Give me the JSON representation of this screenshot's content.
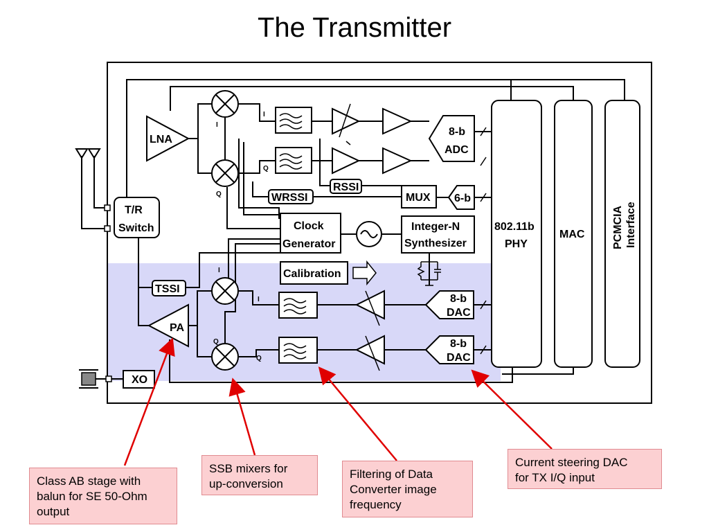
{
  "title": "The Transmitter",
  "colors": {
    "highlight": "#d8d8f8",
    "callout_fill": "#fcd0d2",
    "arrow": "#e00000"
  },
  "blocks": {
    "lna": "LNA",
    "tr_switch": [
      "T/R",
      "Switch"
    ],
    "adc": [
      "8-b",
      "ADC"
    ],
    "rssi": "RSSI",
    "wrssi": "WRSSI",
    "mux": "MUX",
    "six_b": "6-b",
    "clock_gen": [
      "Clock",
      "Generator"
    ],
    "synth": [
      "Integer-N",
      "Synthesizer"
    ],
    "phy": [
      "802.11b",
      "PHY"
    ],
    "mac": "MAC",
    "pcmcia": [
      "PCMCIA",
      "Interface"
    ],
    "tssi": "TSSI",
    "calibration": "Calibration",
    "pa": "PA",
    "dac_i": [
      "8-b",
      "DAC"
    ],
    "dac_q": [
      "8-b",
      "DAC"
    ],
    "xo": "XO"
  },
  "signal_labels": {
    "i": "I",
    "q": "Q"
  },
  "callouts": [
    "Class AB stage with\nbalun for SE 50-Ohm\noutput",
    "SSB mixers for\nup-conversion",
    "Filtering of Data\nConverter image\nfrequency",
    "Current steering DAC\nfor TX I/Q input"
  ]
}
